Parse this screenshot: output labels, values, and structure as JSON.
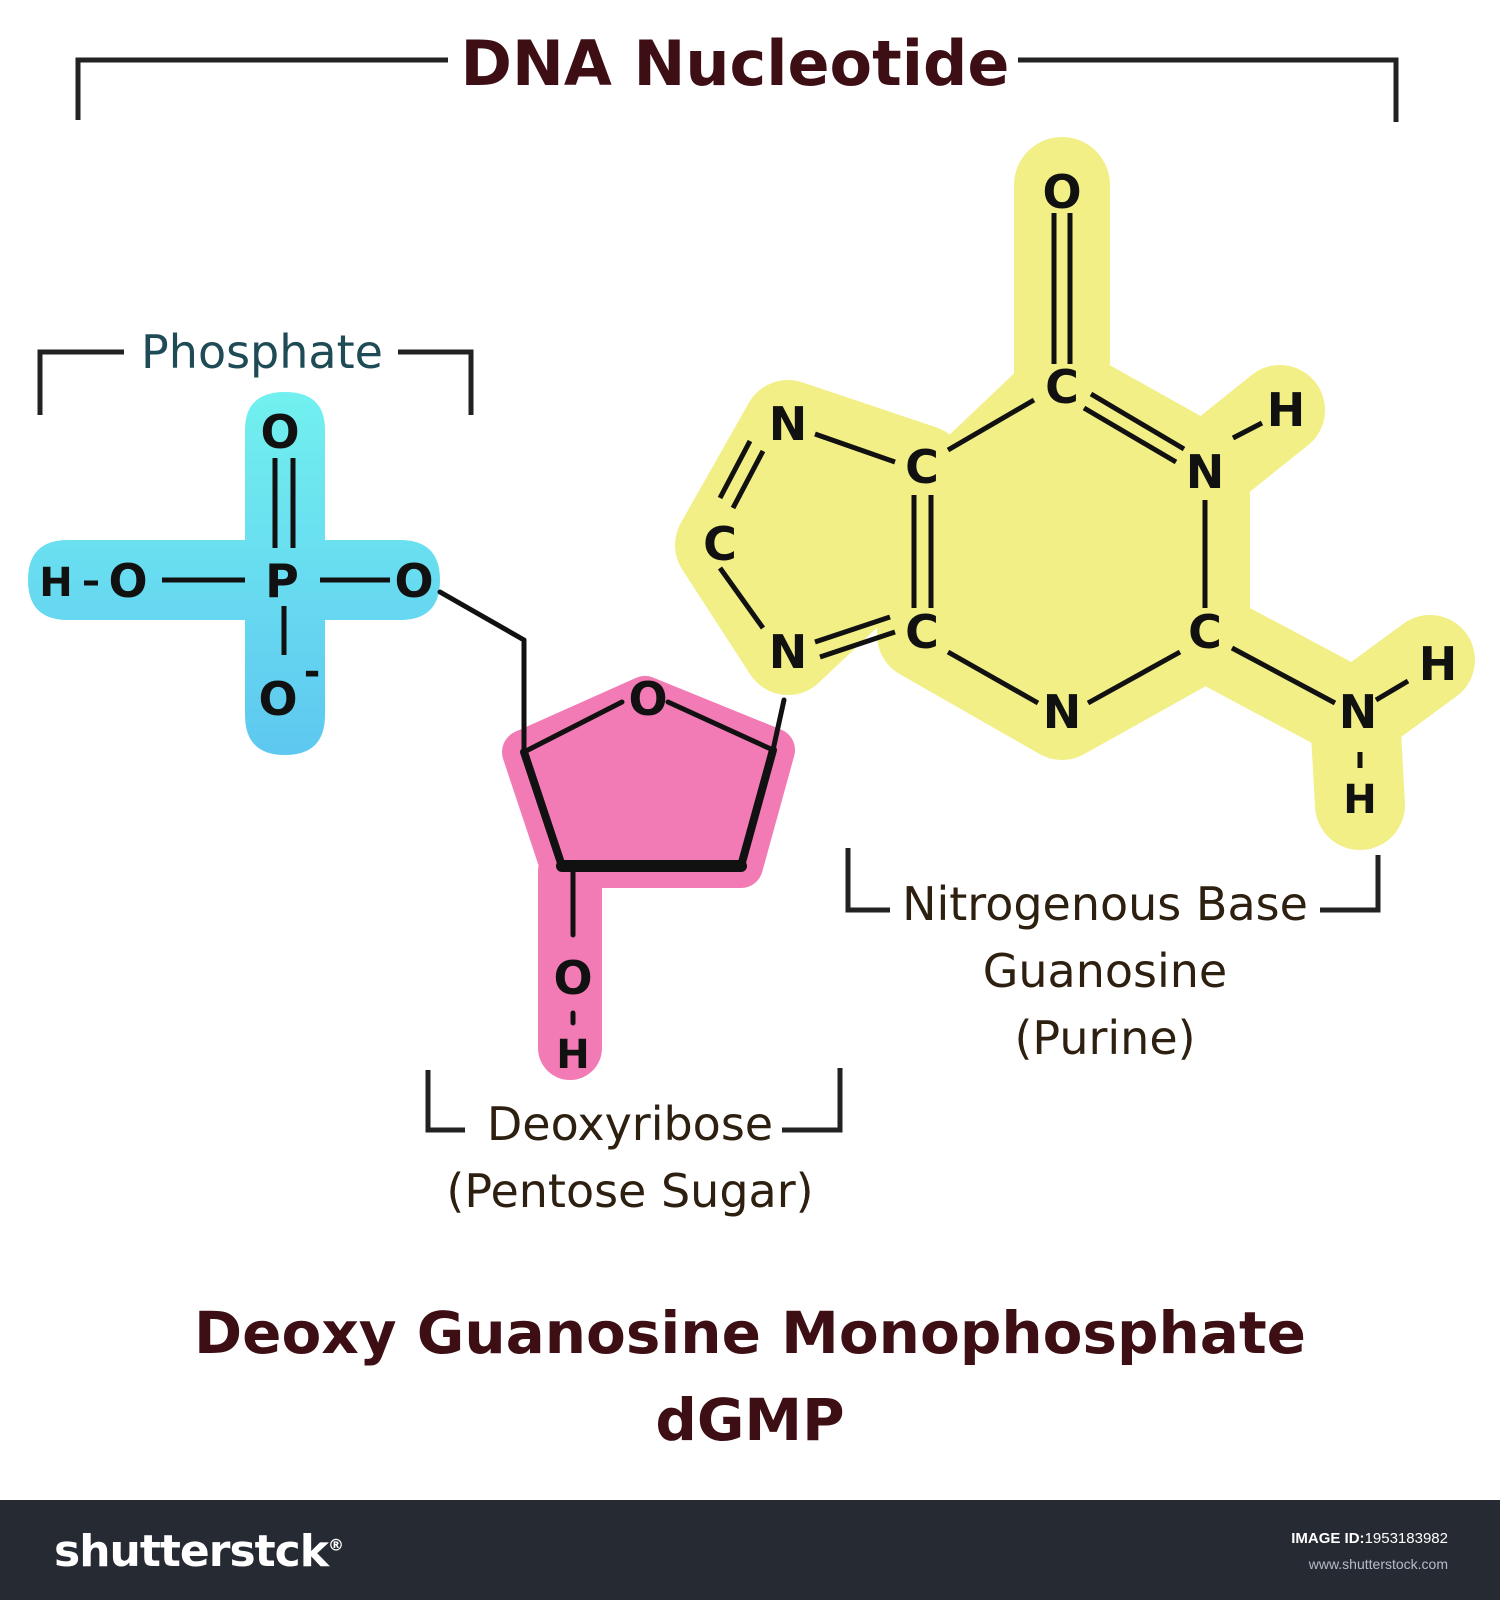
{
  "title": "DNA Nucleotide",
  "labels": {
    "phosphate": "Phosphate",
    "sugar_line1": "Deoxyribose",
    "sugar_line2": "(Pentose Sugar)",
    "base_line1": "Nitrogenous Base",
    "base_line2": "Guanosine",
    "base_line3": "(Purine)"
  },
  "footer_title": {
    "line1": "Deoxy Guanosine Monophosphate",
    "line2": "dGMP"
  },
  "atoms": {
    "oxygen": "O",
    "phosphorus": "P",
    "hydrogen": "H",
    "carbon": "C",
    "nitrogen": "N",
    "charge": "-"
  },
  "watermark": {
    "brand": "shutterstck",
    "brand_mark": "®",
    "image_id_label": "IMAGE ID:",
    "image_id": "1953183982",
    "site": "www.shutterstock.com"
  },
  "colors": {
    "title": "#3d0f14",
    "phosphate_label": "#1e4b55",
    "labels": "#2e2010",
    "phosphate_top": "#72f0ef",
    "phosphate_bottom": "#5ec8f0",
    "sugar": "#f27ab5",
    "base": "#f1ef86",
    "bonds": "#111111",
    "footer_bg": "#262a33"
  }
}
